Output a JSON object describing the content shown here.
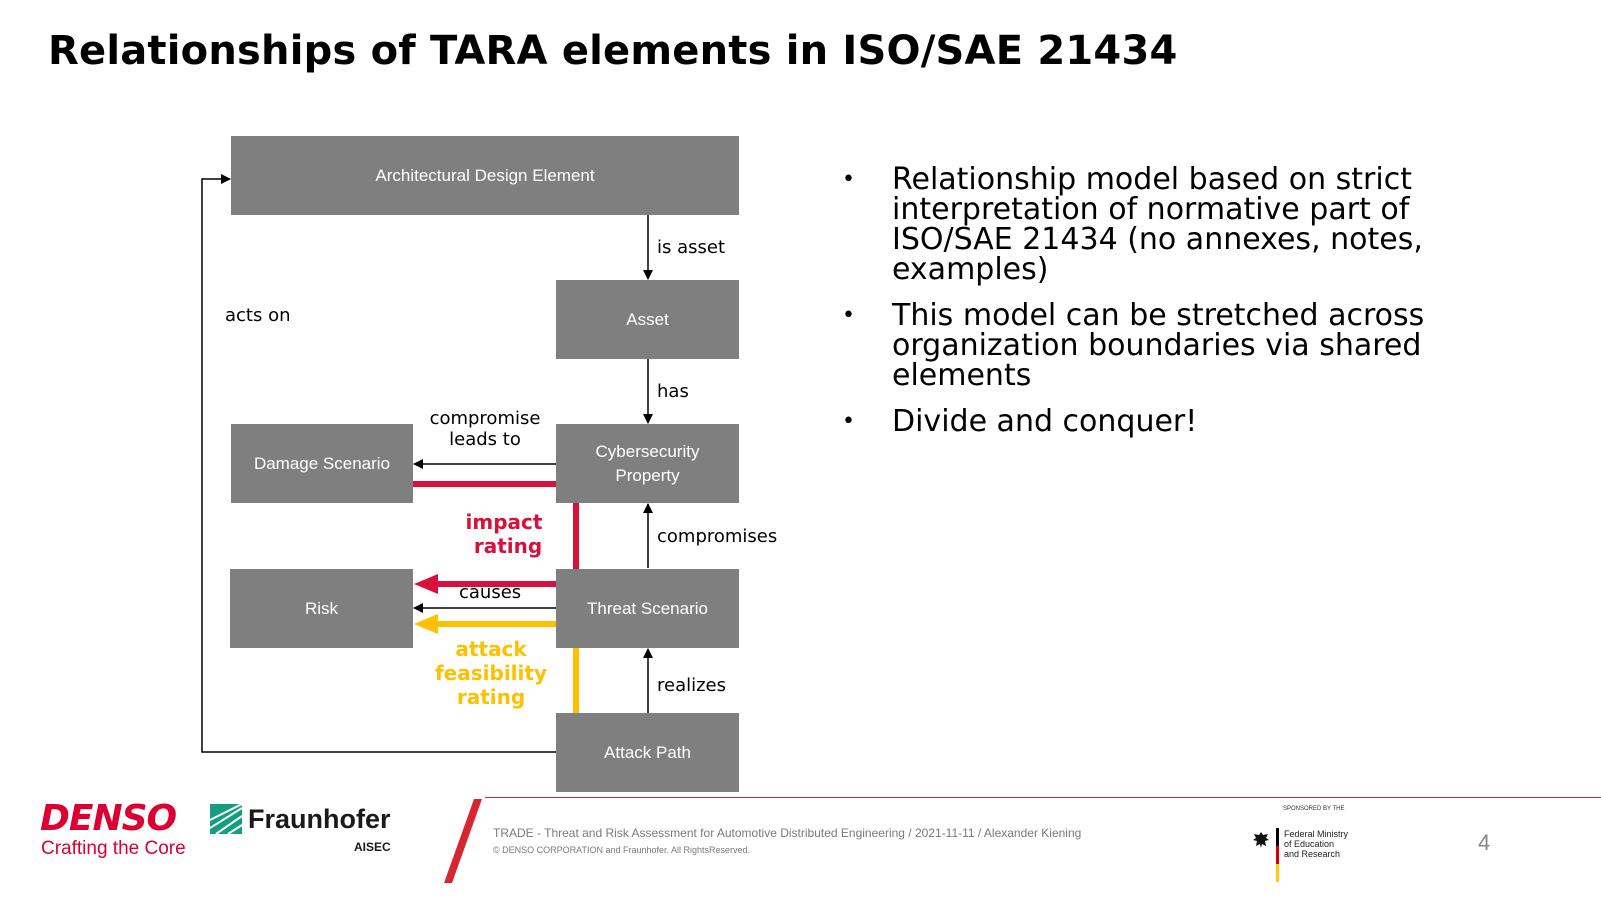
{
  "slide": {
    "title": "Relationships of TARA elements in ISO/SAE 21434",
    "page_number": "4"
  },
  "diagram": {
    "boxes": {
      "architectural_design_element": "Architectural Design Element",
      "asset": "Asset",
      "cybersecurity_property_line1": "Cybersecurity",
      "cybersecurity_property_line2": "Property",
      "damage_scenario": "Damage Scenario",
      "risk": "Risk",
      "threat_scenario": "Threat Scenario",
      "attack_path": "Attack Path"
    },
    "relations": {
      "is_asset": "is asset",
      "has": "has",
      "acts_on": "acts on",
      "compromise_leads_to_line1": "compromise",
      "compromise_leads_to_line2": "leads to",
      "compromises": "compromises",
      "causes": "causes",
      "realizes": "realizes"
    },
    "ratings": {
      "impact_line1": "impact",
      "impact_line2": "rating",
      "attack_line1": "attack",
      "attack_line2": "feasibility",
      "attack_line3": "rating"
    },
    "colors": {
      "box": "#7f7f7f",
      "impact": "#d7103c",
      "attack_feasibility": "#fec000"
    }
  },
  "bullets": [
    {
      "line1": "Relationship model based on strict",
      "line2": "interpretation of normative part of",
      "line3": "ISO/SAE 21434 (no annexes, notes,",
      "line4": "examples)"
    },
    {
      "line1": "This model can be stretched across",
      "line2": "organization boundaries via shared",
      "line3": "elements"
    },
    {
      "line1": "Divide and conquer!"
    }
  ],
  "bullet_symbol": "•",
  "footer": {
    "denso_name": "DENSO",
    "denso_tagline": "Crafting the Core",
    "fraunhofer_name": "Fraunhofer",
    "fraunhofer_unit": "AISEC",
    "main_text": "TRADE - Threat and Risk Assessment for Automotive Distributed Engineering / 2021-11-11 / Alexander Kiening",
    "copyright": "© DENSO CORPORATION and Fraunhofer. All RightsReserved.",
    "sponsor_label": "SPONSORED BY THE",
    "ministry_line1": "Federal Ministry",
    "ministry_line2": "of Education",
    "ministry_line3": "and Research",
    "denso_color": "#dc0032",
    "fraunhofer_color": "#179c7d"
  }
}
